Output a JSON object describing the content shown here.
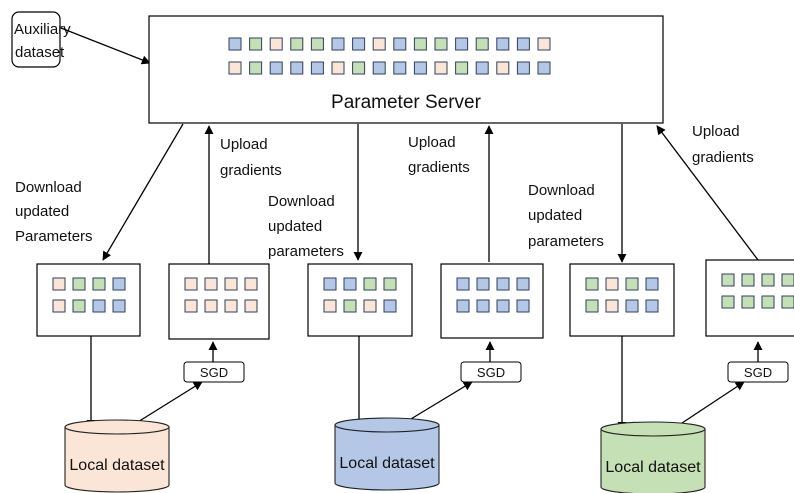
{
  "colors": {
    "blue": "#b4c7e7",
    "green": "#c5e0b4",
    "peach": "#fbe5d6",
    "cell_stroke": "#2f3f5f",
    "line": "#000000"
  },
  "auxiliary_dataset": {
    "line1": "Auxiliary",
    "line2": "dataset"
  },
  "server": {
    "title": "Parameter Server",
    "row1": [
      "blue",
      "green",
      "peach",
      "green",
      "green",
      "blue",
      "blue",
      "peach",
      "blue",
      "green",
      "green",
      "blue",
      "green",
      "blue",
      "blue",
      "peach"
    ],
    "row2": [
      "peach",
      "green",
      "blue",
      "blue",
      "blue",
      "peach",
      "green",
      "blue",
      "blue",
      "blue",
      "peach",
      "green",
      "blue",
      "peach",
      "blue",
      "blue"
    ]
  },
  "download_labels": [
    [
      "Download",
      "updated",
      "Parameters"
    ],
    [
      "Download",
      "updated",
      "parameters"
    ],
    [
      "Download",
      "updated",
      "parameters"
    ]
  ],
  "upload_labels": [
    [
      "Upload",
      "gradients"
    ],
    [
      "Upload",
      "gradients"
    ],
    [
      "Upload",
      "gradients"
    ]
  ],
  "sgd_label": "SGD",
  "local_boxes": [
    {
      "row1": [
        "peach",
        "green",
        "green",
        "blue"
      ],
      "row2": [
        "peach",
        "green",
        "blue",
        "blue"
      ]
    },
    {
      "row1": [
        "peach",
        "peach",
        "peach",
        "peach"
      ],
      "row2": [
        "peach",
        "peach",
        "peach",
        "peach"
      ]
    },
    {
      "row1": [
        "blue",
        "blue",
        "green",
        "green"
      ],
      "row2": [
        "peach",
        "green",
        "peach",
        "blue"
      ]
    },
    {
      "row1": [
        "blue",
        "blue",
        "blue",
        "blue"
      ],
      "row2": [
        "blue",
        "blue",
        "blue",
        "blue"
      ]
    },
    {
      "row1": [
        "green",
        "peach",
        "green",
        "blue"
      ],
      "row2": [
        "green",
        "peach",
        "blue",
        "blue"
      ]
    },
    {
      "row1": [
        "green",
        "green",
        "green",
        "green"
      ],
      "row2": [
        "green",
        "green",
        "green",
        "green"
      ]
    }
  ],
  "datasets": [
    {
      "label": "Local dataset",
      "color": "#fbe5d6"
    },
    {
      "label": "Local dataset",
      "color": "#b4c7e7"
    },
    {
      "label": "Local dataset",
      "color": "#c5e0b4"
    }
  ]
}
